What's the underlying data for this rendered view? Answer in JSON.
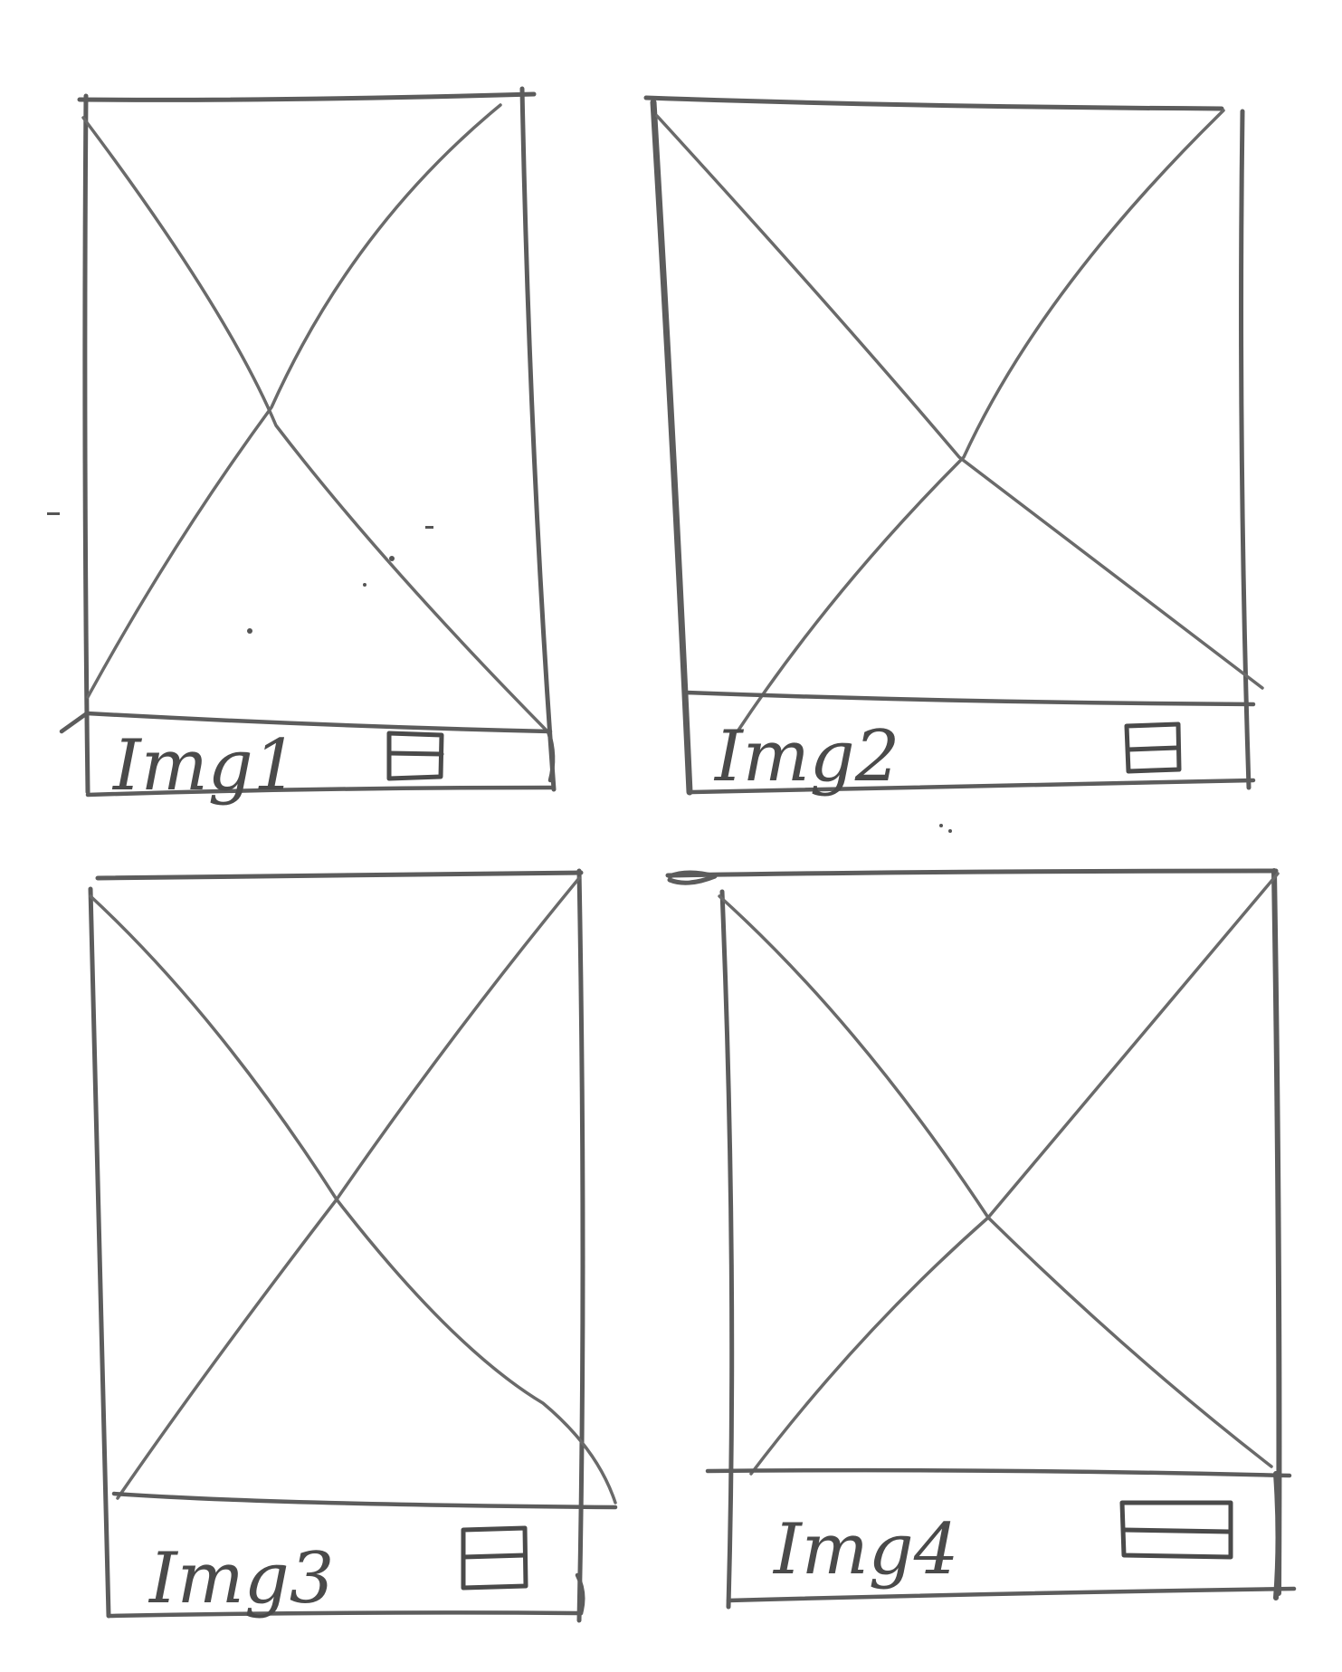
{
  "cards": [
    {
      "label": "Img1",
      "placeholder_icon": "image-placeholder-icon",
      "checkbox_icon": "checkbox-icon"
    },
    {
      "label": "Img2",
      "placeholder_icon": "image-placeholder-icon",
      "checkbox_icon": "checkbox-icon"
    },
    {
      "label": "Img3",
      "placeholder_icon": "image-placeholder-icon",
      "checkbox_icon": "checkbox-icon"
    },
    {
      "label": "Img4",
      "placeholder_icon": "image-placeholder-icon",
      "checkbox_icon": "checkbox-icon"
    }
  ]
}
